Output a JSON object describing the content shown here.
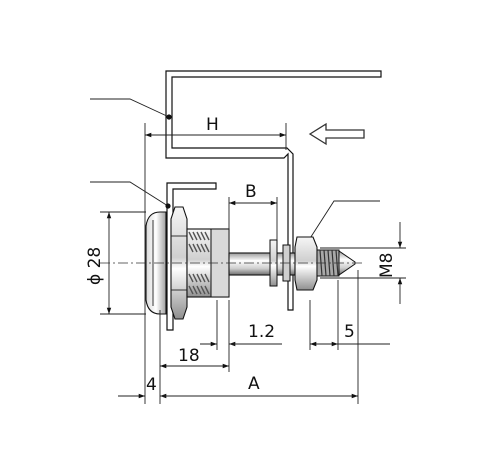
{
  "diagram": {
    "labels": {
      "H": "H",
      "B": "B",
      "diameter": "ϕ 28",
      "thread": "M8",
      "dim_1_2": "1.2",
      "dim_5": "5",
      "dim_18": "18",
      "dim_4": "4",
      "dim_A": "A"
    },
    "colors": {
      "line": "#111111",
      "metal_light": "#eeeeee",
      "metal_mid": "#b0b0b0",
      "metal_dark": "#555555",
      "spring": "#8a8a8a"
    },
    "icons": {
      "direction_arrow": "hollow-arrow-left-icon"
    }
  }
}
